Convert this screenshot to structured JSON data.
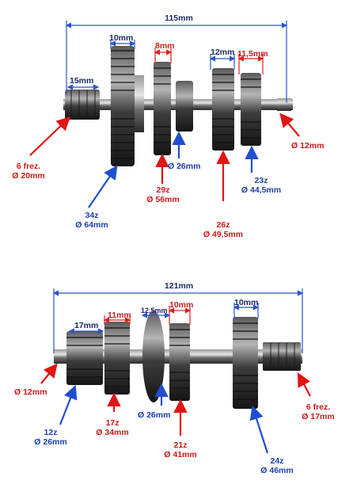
{
  "colors": {
    "blue_arrow": "#1f4fd0",
    "red_arrow": "#e01515",
    "dimension_blue": "#2a55c8",
    "dimension_red": "#e02020",
    "steel": "#3a3a3a"
  },
  "top_shaft": {
    "overall_length": "115mm",
    "dims": {
      "gear_width_a": "10mm",
      "gear_width_b": "8mm",
      "gear_width_c": "12mm",
      "gear_width_d": "11,5mm",
      "spline_length": "15mm"
    },
    "callouts": {
      "spline": {
        "line1": "6 frez.",
        "line2": "Ø 20mm"
      },
      "gear_34z": {
        "line1": "34z",
        "line2": "Ø 64mm"
      },
      "gear_29z": {
        "line1": "29z",
        "line2": "Ø 56mm"
      },
      "shaft": {
        "line1": "Ø 26mm"
      },
      "gear_26z": {
        "line1": "26z",
        "line2": "Ø 49,5mm"
      },
      "gear_23z": {
        "line1": "23z",
        "line2": "Ø 44,5mm"
      },
      "end": {
        "line1": "Ø 12mm"
      }
    }
  },
  "bottom_shaft": {
    "overall_length": "121mm",
    "dims": {
      "gear_width_a": "17mm",
      "gear_width_b": "11mm",
      "gear_width_c": "12,5mm",
      "gear_width_d": "10mm",
      "gear_width_e": "10mm"
    },
    "callouts": {
      "end": {
        "line1": "Ø 12mm"
      },
      "gear_12z": {
        "line1": "12z",
        "line2": "Ø 26mm"
      },
      "gear_17z": {
        "line1": "17z",
        "line2": "Ø 34mm"
      },
      "shaft": {
        "line1": "Ø 26mm"
      },
      "gear_21z": {
        "line1": "21z",
        "line2": "Ø 41mm"
      },
      "gear_24z": {
        "line1": "24z",
        "line2": "Ø 46mm"
      },
      "spline": {
        "line1": "6 frez.",
        "line2": "Ø 17mm"
      }
    }
  }
}
